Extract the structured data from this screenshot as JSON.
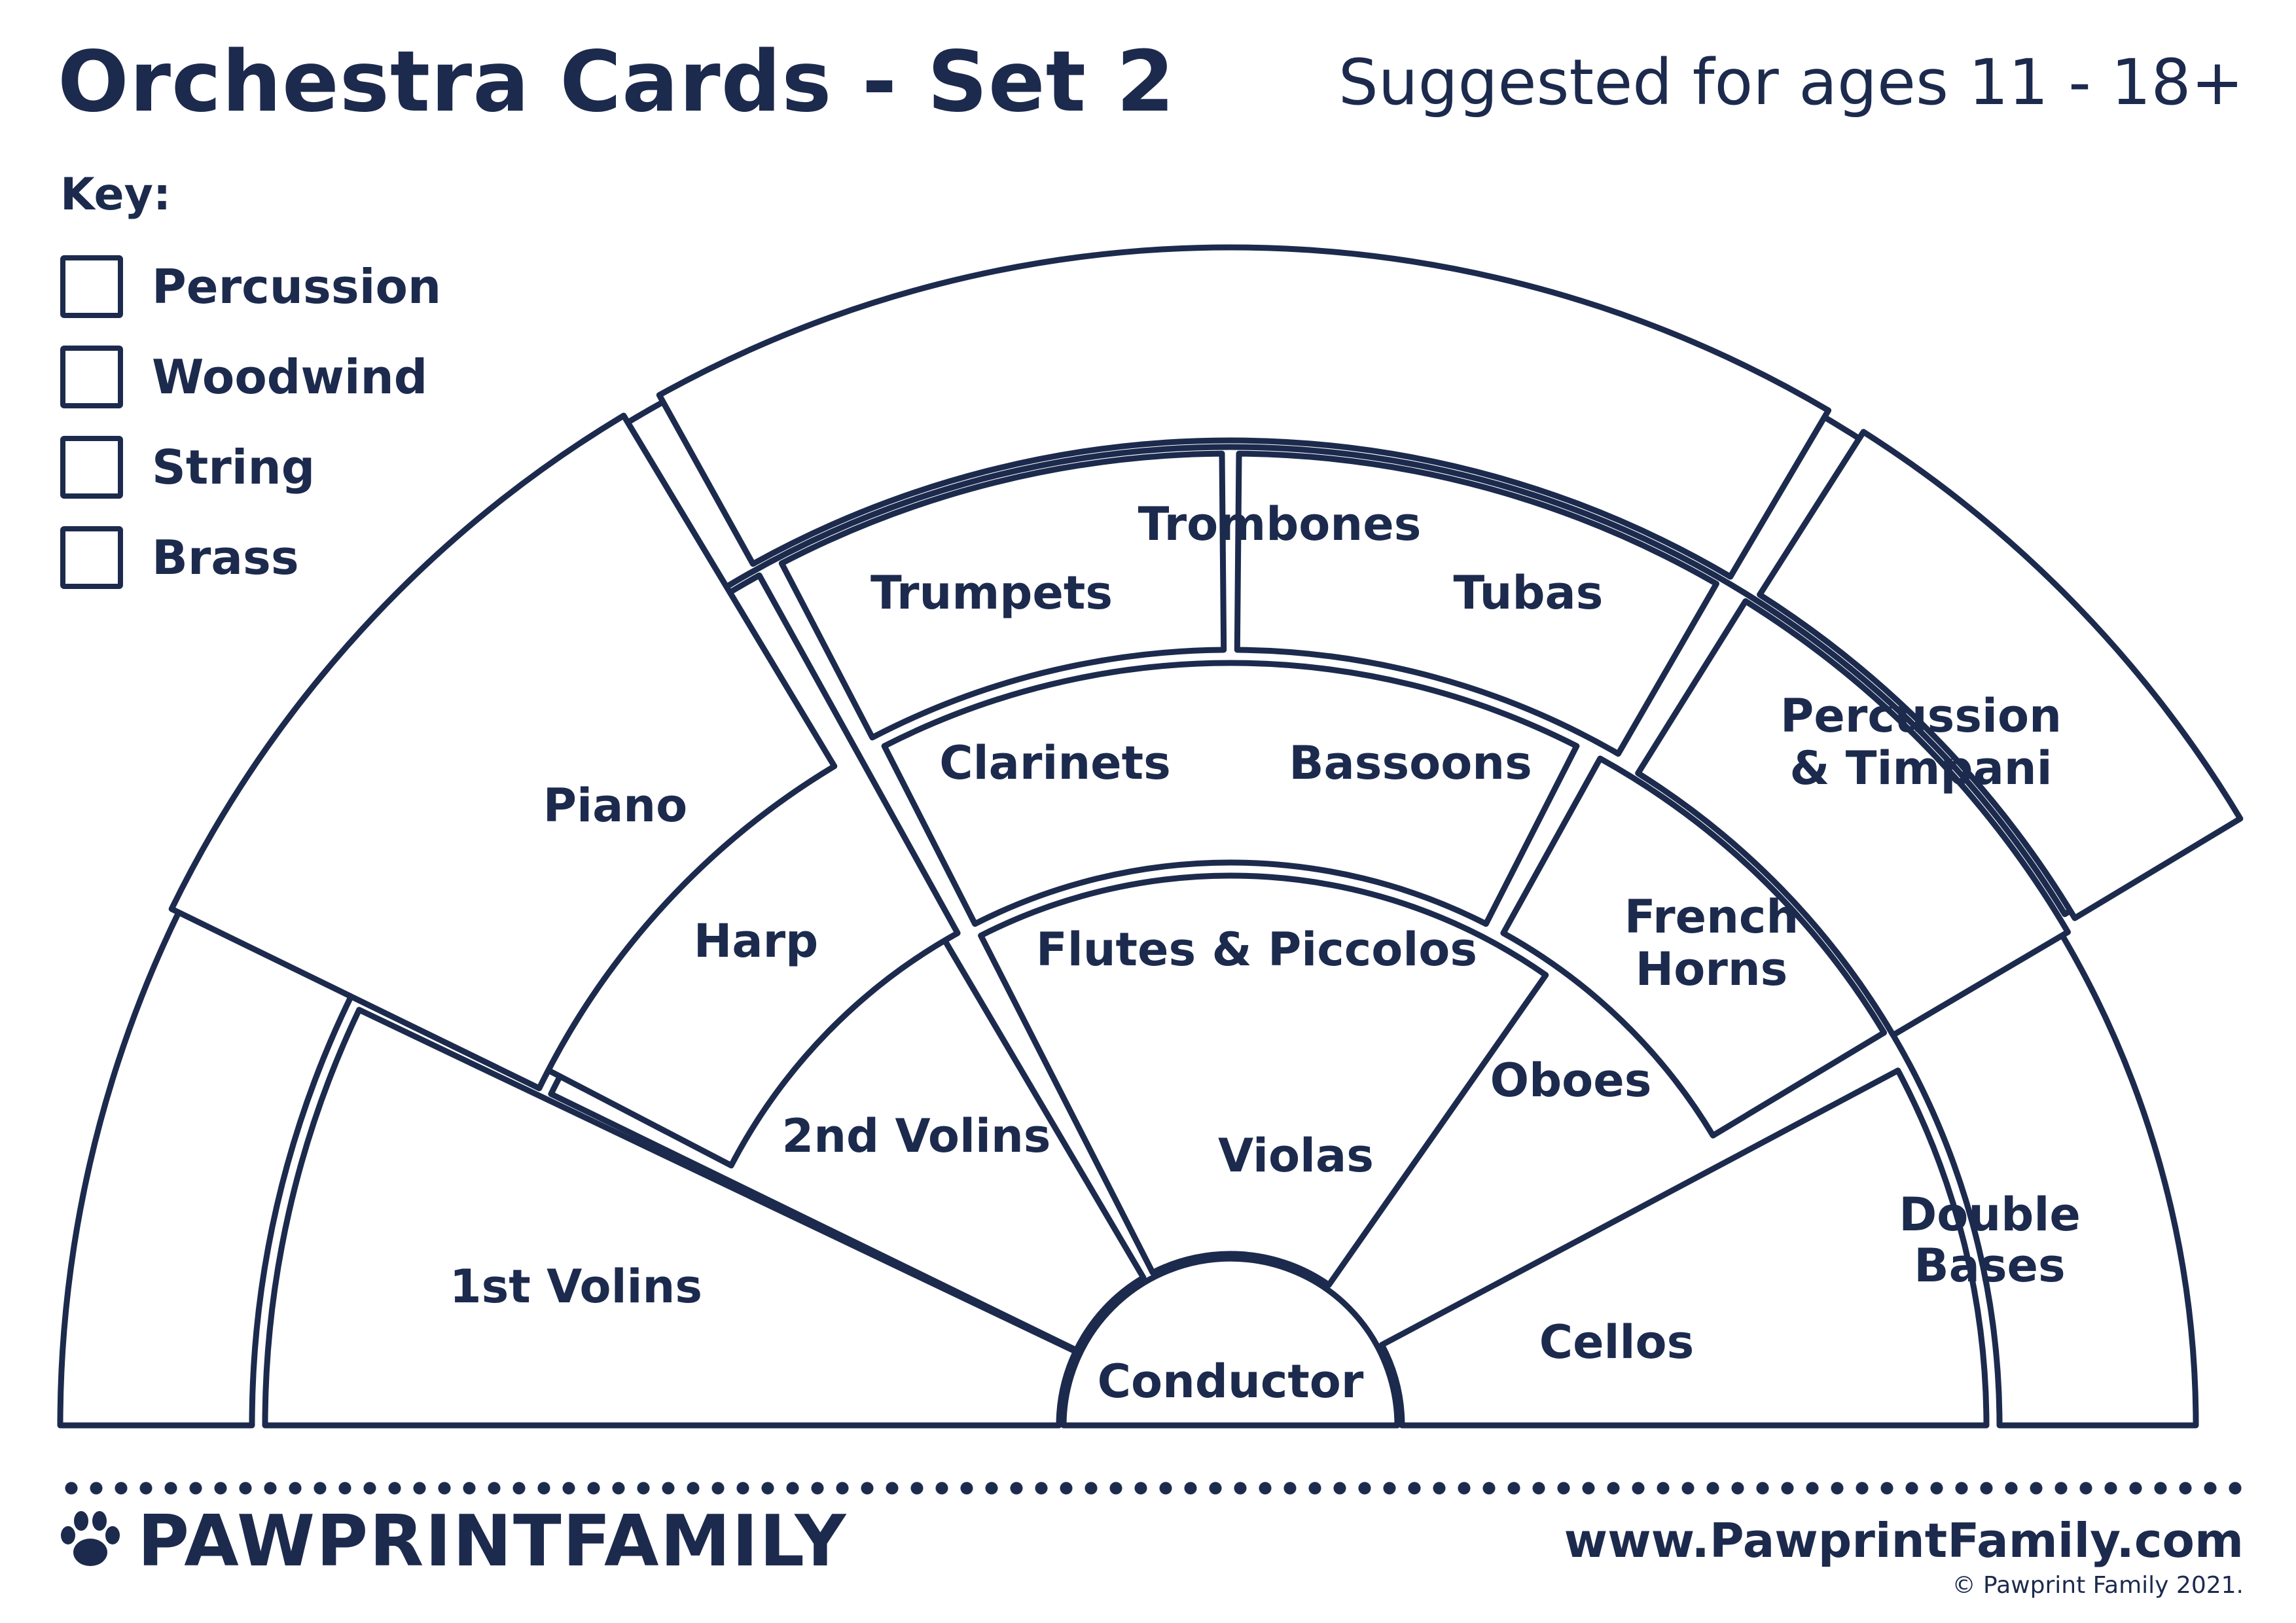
{
  "header": {
    "title": "Orchestra Cards - Set 2",
    "ages": "Suggested for ages 11 - 18+"
  },
  "key": {
    "heading": "Key:",
    "items": [
      "Percussion",
      "Woodwind",
      "String",
      "Brass"
    ]
  },
  "sections": {
    "first_violins": "1st Volins",
    "second_violins": "2nd Volins",
    "violas": "Violas",
    "cellos": "Cellos",
    "double_basses_line1": "Double",
    "double_basses_line2": "Bases",
    "conductor": "Conductor",
    "flutes_piccolos": "Flutes & Piccolos",
    "oboes": "Oboes",
    "clarinets": "Clarinets",
    "bassoons": "Bassoons",
    "harp": "Harp",
    "french_horns_line1": "French",
    "french_horns_line2": "Horns",
    "piano": "Piano",
    "trumpets": "Trumpets",
    "trombones": "Trombones",
    "tubas": "Tubas",
    "percussion_line1": "Percussion",
    "percussion_line2": "& Timpani"
  },
  "footer": {
    "brand": "PAWPRINTFAMILY",
    "website": "www.PawprintFamily.com",
    "copyright": "© Pawprint Family 2021."
  },
  "colors": {
    "ink": "#1c2a4d",
    "paper": "#ffffff"
  },
  "icons": [
    "paw-print-icon"
  ]
}
